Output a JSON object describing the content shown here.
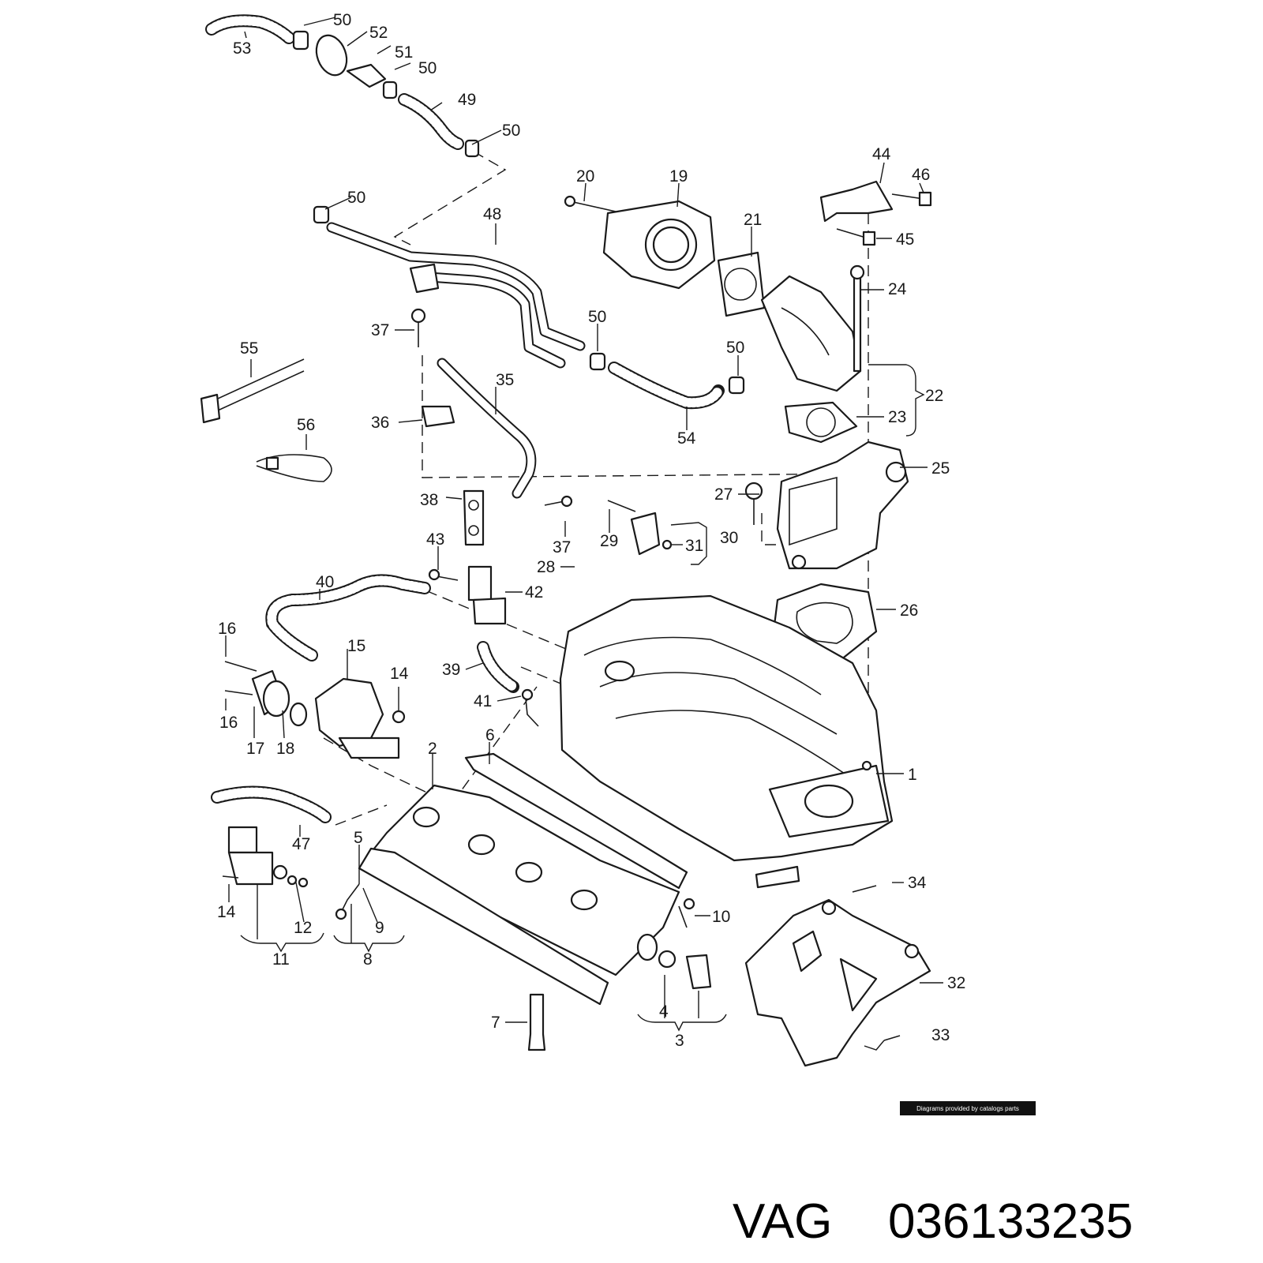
{
  "diagram": {
    "callouts": [
      "1",
      "2",
      "3",
      "4",
      "5",
      "6",
      "7",
      "8",
      "9",
      "10",
      "11",
      "12",
      "14",
      "14",
      "15",
      "16",
      "16",
      "17",
      "18",
      "19",
      "20",
      "21",
      "22",
      "23",
      "24",
      "25",
      "26",
      "27",
      "28",
      "29",
      "30",
      "31",
      "32",
      "33",
      "34",
      "35",
      "36",
      "37",
      "37",
      "38",
      "39",
      "40",
      "41",
      "42",
      "43",
      "44",
      "45",
      "46",
      "47",
      "48",
      "49",
      "50",
      "50",
      "50",
      "50",
      "50",
      "50",
      "51",
      "52",
      "53",
      "54",
      "55",
      "56"
    ]
  },
  "credit": "Diagrams provided by catalogs parts",
  "caption": {
    "brand": "VAG",
    "part_number": "036133235"
  }
}
